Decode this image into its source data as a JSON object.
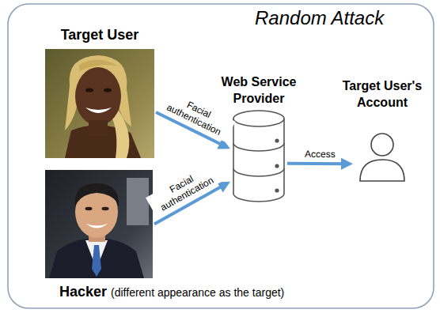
{
  "diagram": {
    "title": "Random Attack",
    "nodes": [
      {
        "text": [
          "Target User"
        ]
      },
      {
        "text": [
          "Hacker",
          "(different appearance as the target)"
        ]
      },
      {
        "text": [
          "Web Service Provider"
        ]
      },
      {
        "text": [
          "Target User's Account"
        ]
      }
    ],
    "edges": [
      {
        "from": 0,
        "to": 2,
        "arrow": "to",
        "label": "Facial authentication"
      },
      {
        "from": 1,
        "to": 2,
        "arrow": "to",
        "label": "Facial authentication"
      },
      {
        "from": 2,
        "to": 3,
        "arrow": "to",
        "label": "Access"
      }
    ]
  }
}
